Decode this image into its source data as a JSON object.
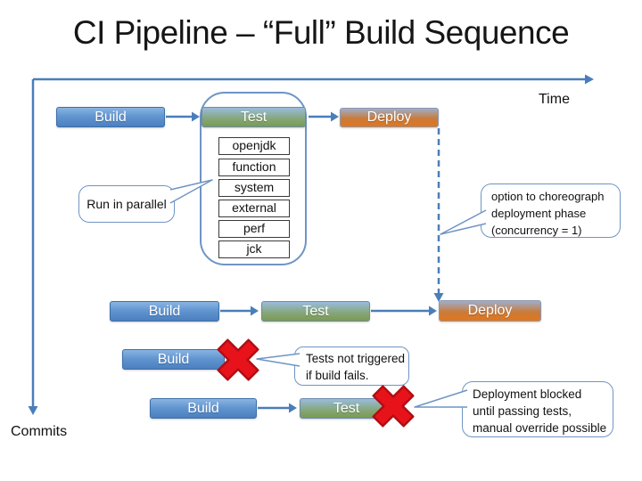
{
  "title": "CI Pipeline – “Full” Build Sequence",
  "axes": {
    "time": "Time",
    "commits": "Commits"
  },
  "rows": [
    {
      "build": "Build",
      "test": "Test",
      "deploy": "Deploy",
      "test_suites": [
        "openjdk",
        "function",
        "system",
        "external",
        "perf",
        "jck"
      ]
    },
    {
      "build": "Build",
      "test": "Test",
      "deploy": "Deploy"
    },
    {
      "build": "Build"
    },
    {
      "build": "Build",
      "test": "Test"
    }
  ],
  "callouts": {
    "run_in_parallel": {
      "lines": [
        "Run in parallel"
      ]
    },
    "choreograph": {
      "lines": [
        "option to choreograph",
        "deployment phase",
        "(concurrency = 1)"
      ]
    },
    "tests_not_triggered": {
      "lines": [
        "Tests not triggered",
        "if build fails."
      ]
    },
    "deployment_blocked": {
      "lines": [
        "Deployment blocked",
        "until passing tests,",
        "manual override possible"
      ]
    }
  },
  "icons": {
    "failure": "red-x-icon"
  },
  "colors": {
    "axis_blue": "#4a7ebb",
    "build_blue": "#5a8cc8",
    "test_green": "#7c9a50",
    "deploy_orange": "#e2761b",
    "failure_red": "#e8121b",
    "callout_border": "#6f94c4"
  }
}
